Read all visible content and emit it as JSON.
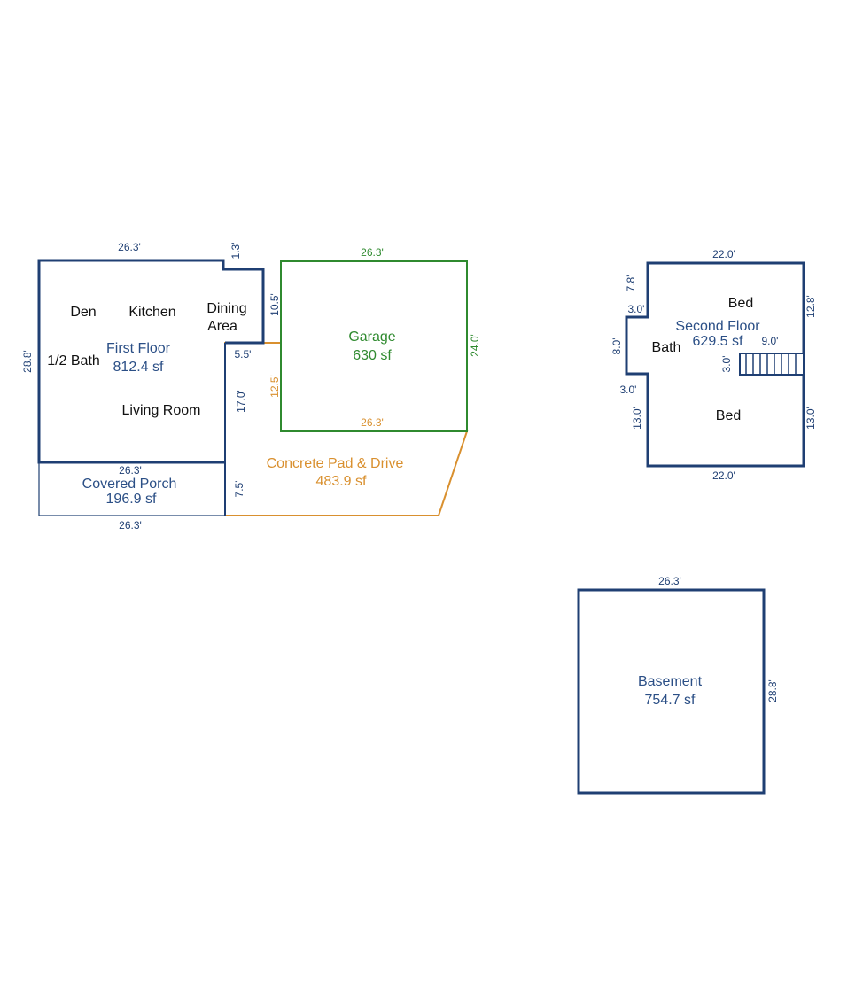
{
  "colors": {
    "blue": "#1f3f73",
    "blue_text": "#2b4f86",
    "green": "#2f8a2f",
    "orange": "#d9902f",
    "black": "#111111"
  },
  "first_floor": {
    "title": "First Floor",
    "area": "812.4 sf",
    "rooms": {
      "den": "Den",
      "kitchen": "Kitchen",
      "dining_1": "Dining",
      "dining_2": "Area",
      "half_bath": "1/2 Bath",
      "living": "Living Room"
    },
    "dims": {
      "top": "26.3'",
      "left": "28.8'",
      "notch": "1.3'",
      "right_upper": "10.5'",
      "step": "5.5'",
      "right_lower": "17.0'"
    }
  },
  "covered_porch": {
    "title": "Covered Porch",
    "area": "196.9 sf",
    "dims": {
      "top": "26.3'",
      "bottom": "26.3'"
    }
  },
  "garage": {
    "title": "Garage",
    "area": "630 sf",
    "dims": {
      "top": "26.3'",
      "right": "24.0'",
      "bottom": "26.3'"
    }
  },
  "concrete_pad": {
    "title": "Concrete Pad & Drive",
    "area": "483.9 sf",
    "dims": {
      "inner_left": "12.5'",
      "left_lower": "7.5'"
    }
  },
  "second_floor": {
    "title": "Second Floor",
    "area": "629.5 sf",
    "rooms": {
      "bed_top": "Bed",
      "bath": "Bath",
      "bed_bottom": "Bed"
    },
    "dims": {
      "top": "22.0'",
      "bottom": "22.0'",
      "right_upper": "12.8'",
      "right_lower": "13.0'",
      "left_upper": "7.8'",
      "notch_top": "3.0'",
      "notch_side": "8.0'",
      "notch_bottom": "3.0'",
      "left_lower": "13.0'",
      "stair_width": "9.0'",
      "stair_depth": "3.0'"
    }
  },
  "basement": {
    "title": "Basement",
    "area": "754.7 sf",
    "dims": {
      "top": "26.3'",
      "right": "28.8'"
    }
  }
}
